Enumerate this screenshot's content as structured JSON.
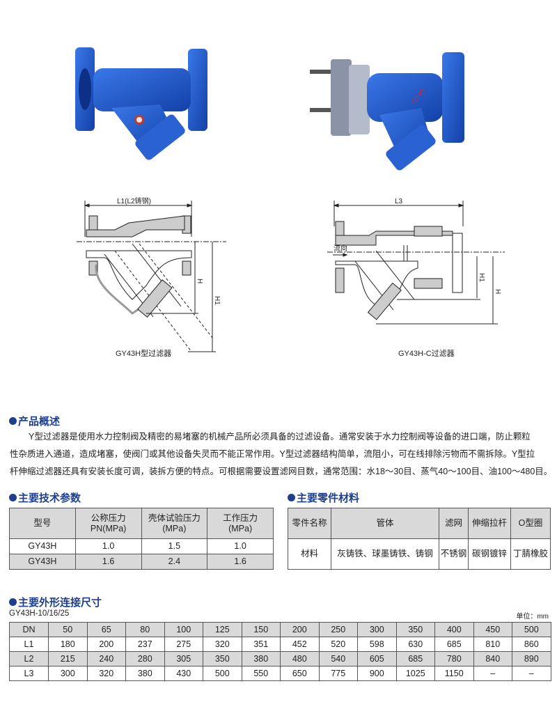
{
  "drawings": {
    "left": {
      "caption": "GY43H型过滤器",
      "dim_top": "L1(L2铸钢)",
      "dim_h": "H",
      "dim_h1": "H1"
    },
    "right": {
      "caption": "GY43H-C过滤器",
      "dim_top": "L3",
      "flow": "流向",
      "dim_h": "H",
      "dim_h1": "H1"
    }
  },
  "overview": {
    "title": "产品概述",
    "lines": [
      "Y型过滤器是使用水力控制阀及精密的易堵塞的机械产品所必须具备的过滤设备。通常安装于水力控制阀等设备的进口端，防止颗粒",
      "性杂质进入通道，造成堵塞，使阀门或其他设备失灵而不能正常作用。Y型过滤器结构简单，流阻小，可在线排除污物而不需拆除。Y型拉",
      "杆伸缩过滤器还具有安装长度可调，装拆方便的特点。可根据需要设置滤网目数，通常范围：水18～30目、蒸气40～100目、油100～480目。"
    ]
  },
  "tech": {
    "title": "主要技术参数",
    "headers": [
      [
        "型号"
      ],
      [
        "公称压力",
        "PN(MPa)"
      ],
      [
        "壳体试验压力",
        "(MPa)"
      ],
      [
        "工作压力",
        "(MPa)"
      ]
    ],
    "rows": [
      [
        "GY43H",
        "1.0",
        "1.5",
        "1.0"
      ],
      [
        "GY43H",
        "1.6",
        "2.4",
        "1.6"
      ]
    ]
  },
  "materials": {
    "title": "主要零件材料",
    "headers": [
      "零件名称",
      "管体",
      "滤网",
      "伸缩拉杆",
      "O型圈"
    ],
    "row": [
      "材料",
      "灰铸铁、球墨铸铁、铸钢",
      "不锈钢",
      "碳钢镀锌",
      "丁腈橡胶"
    ]
  },
  "dims": {
    "title": "主要外形连接尺寸",
    "subtitle": "GY43H-10/16/25",
    "unit": "单位：mm",
    "rows": [
      [
        "DN",
        "50",
        "65",
        "80",
        "100",
        "125",
        "150",
        "200",
        "250",
        "300",
        "350",
        "400",
        "450",
        "500"
      ],
      [
        "L1",
        "180",
        "200",
        "237",
        "275",
        "320",
        "351",
        "452",
        "520",
        "598",
        "630",
        "685",
        "810",
        "860"
      ],
      [
        "L2",
        "215",
        "240",
        "280",
        "305",
        "350",
        "380",
        "480",
        "540",
        "605",
        "685",
        "780",
        "840",
        "890"
      ],
      [
        "L3",
        "300",
        "320",
        "380",
        "430",
        "500",
        "550",
        "650",
        "775",
        "900",
        "1025",
        "1150",
        "–",
        "–"
      ]
    ]
  },
  "colors": {
    "heading": "#1d3f8f",
    "valve_blue": "#1f55c8",
    "table_gray": "#d9d9d9"
  }
}
